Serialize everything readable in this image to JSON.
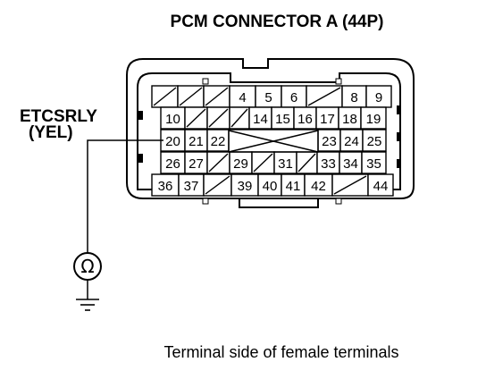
{
  "title": "PCM CONNECTOR A (44P)",
  "wire_label": {
    "name": "ETCSRLY",
    "color": "(YEL)"
  },
  "caption": "Terminal side of female terminals",
  "meter_symbol": "Ω",
  "connector": {
    "rows": [
      [
        "",
        "",
        "",
        "4",
        "5",
        "6",
        "",
        "8",
        "9"
      ],
      [
        "10",
        "",
        "",
        "",
        "14",
        "15",
        "16",
        "17",
        "18",
        "19"
      ],
      [
        "20",
        "21",
        "22",
        "",
        "",
        "",
        "",
        "23",
        "24",
        "25"
      ],
      [
        "26",
        "27",
        "",
        "29",
        "",
        "31",
        "",
        "33",
        "34",
        "35"
      ],
      [
        "36",
        "37",
        "",
        "39",
        "40",
        "41",
        "42",
        "",
        "44"
      ]
    ]
  },
  "probe_terminal": "20",
  "icons": [
    "ohmmeter-icon",
    "ground-icon"
  ]
}
